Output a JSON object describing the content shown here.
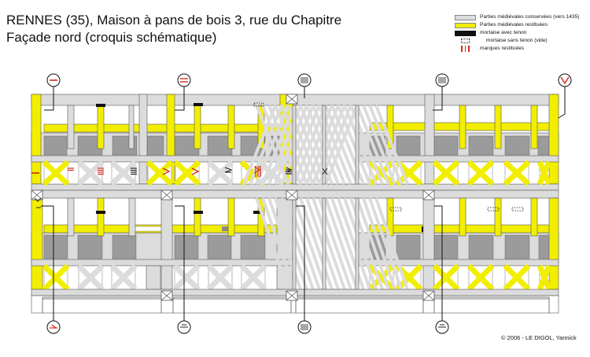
{
  "title": {
    "line1": "RENNES (35), Maison à pans de bois 3, rue du Chapitre",
    "line2": "Façade nord (croquis schématique)"
  },
  "legend": [
    {
      "key": "grey",
      "label": "Parties médiévales conservées (vers 1435)"
    },
    {
      "key": "yellow",
      "label": "Parties médiévales restituées"
    },
    {
      "key": "black",
      "label": "mortaise avec tenon"
    },
    {
      "key": "dotted",
      "label": "mortaise sans tenon (vide)"
    },
    {
      "key": "red",
      "label": "marques restituées"
    }
  ],
  "copyright": "© 2006 - LE DIGOL, Yannick",
  "colors": {
    "conserved": "#dcdcdc",
    "restored": "#f2ee00",
    "window": "#9b9b9b",
    "mark": "#d42a1c",
    "outline": "#555555"
  }
}
